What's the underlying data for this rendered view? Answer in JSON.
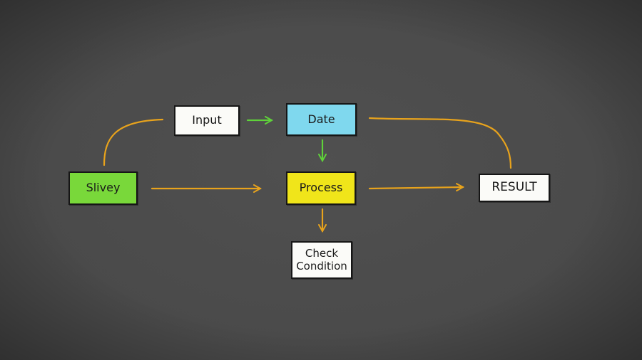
{
  "nodes": {
    "input": {
      "label": "Input"
    },
    "data": {
      "label": "Date"
    },
    "slivey": {
      "label": "Slivey"
    },
    "process": {
      "label": "Process"
    },
    "result": {
      "label": "RESULT"
    },
    "check": {
      "line1": "Check",
      "line2": "Condition"
    }
  },
  "colors": {
    "background": "#4a4a4a",
    "orange_arrow": "#e8a31c",
    "green_arrow": "#5fd23a",
    "input_fill": "#fbfbf8",
    "data_fill": "#7fd8ee",
    "slivey_fill": "#79d83a",
    "process_fill": "#f0e51a",
    "result_fill": "#fbfbf8",
    "check_fill": "#fbfbf8"
  }
}
